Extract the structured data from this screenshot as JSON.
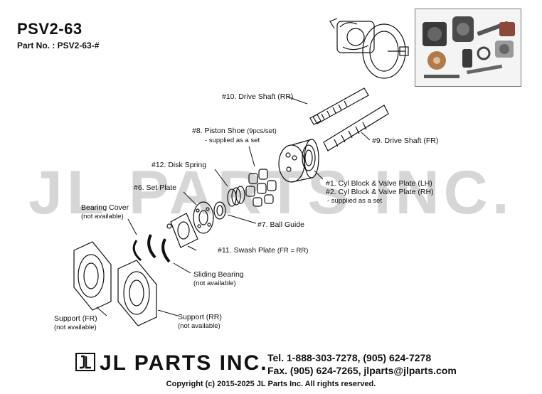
{
  "header": {
    "title": "PSV2-63",
    "part_no": "Part No. : PSV2-63-#"
  },
  "watermark": "JL PARTS INC.",
  "labels": {
    "drive_shaft_rr": "#10. Drive Shaft (RR)",
    "drive_shaft_fr": "#9. Drive Shaft (FR)",
    "piston_shoe": "#8. Piston Shoe",
    "piston_shoe_qty": "(9pcs/set)",
    "piston_shoe_note": "- supplied as a set",
    "disk_spring": "#12. Disk Spring",
    "set_plate": "#6. Set Plate",
    "cyl_block_lh": "#1. Cyl Block & Valve Plate (LH)",
    "cyl_block_rh": "#2. Cyl Block & Valve Plate (RH)",
    "cyl_block_note": "- supplied as a set",
    "bearing_cover": "Bearing Cover",
    "bearing_cover_note": "(not available)",
    "ball_guide": "#7. Ball Guide",
    "swash_plate": "#11. Swash Plate",
    "swash_plate_note": "(FR = RR)",
    "sliding_bearing": "Sliding Bearing",
    "sliding_bearing_note": "(not available)",
    "support_fr": "Support (FR)",
    "support_fr_note": "(not available)",
    "support_rr": "Support (RR)",
    "support_rr_note": "(not available)"
  },
  "footer": {
    "logo_text": "JL PARTS INC.",
    "tel": "Tel. 1-888-303-7278, (905) 624-7278",
    "fax": "Fax. (905) 624-7265, jlparts@jlparts.com",
    "copyright": "Copyright (c) 2015-2025 JL Parts Inc. All rights reserved."
  },
  "colors": {
    "ink": "#111111",
    "watermark": "#d6d6d6",
    "metal": "#8a8a8a"
  }
}
